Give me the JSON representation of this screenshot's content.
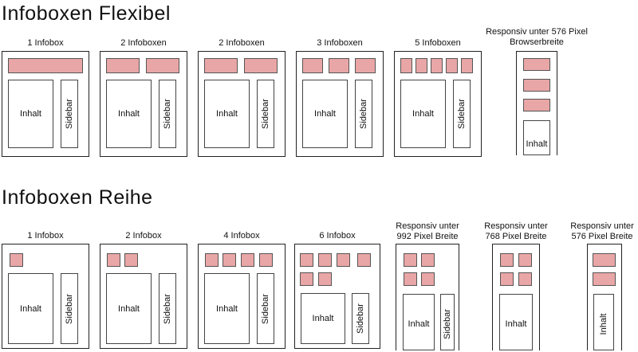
{
  "sections": [
    {
      "title": "Infoboxen Flexibel"
    },
    {
      "title": "Infoboxen Reihe"
    }
  ],
  "labels": {
    "content": "Inhalt",
    "sidebar": "Sidebar"
  },
  "flexibel": [
    {
      "caption": "1 Infobox"
    },
    {
      "caption": "2 Infoboxen"
    },
    {
      "caption": "2 Infoboxen"
    },
    {
      "caption": "3 Infoboxen"
    },
    {
      "caption": "5 Infoboxen"
    },
    {
      "caption": "Responsiv unter 576 Pixel\nBrowserbreite"
    }
  ],
  "reihe": [
    {
      "caption": "1 Infobox"
    },
    {
      "caption": "2 Infobox"
    },
    {
      "caption": "4 Infobox"
    },
    {
      "caption": "6 Infobox"
    },
    {
      "caption": "Responsiv unter\n992 Pixel Breite"
    },
    {
      "caption": "Responsiv unter\n768 Pixel Breite"
    },
    {
      "caption": "Responsiv unter\n576 Pixel Breite"
    }
  ]
}
